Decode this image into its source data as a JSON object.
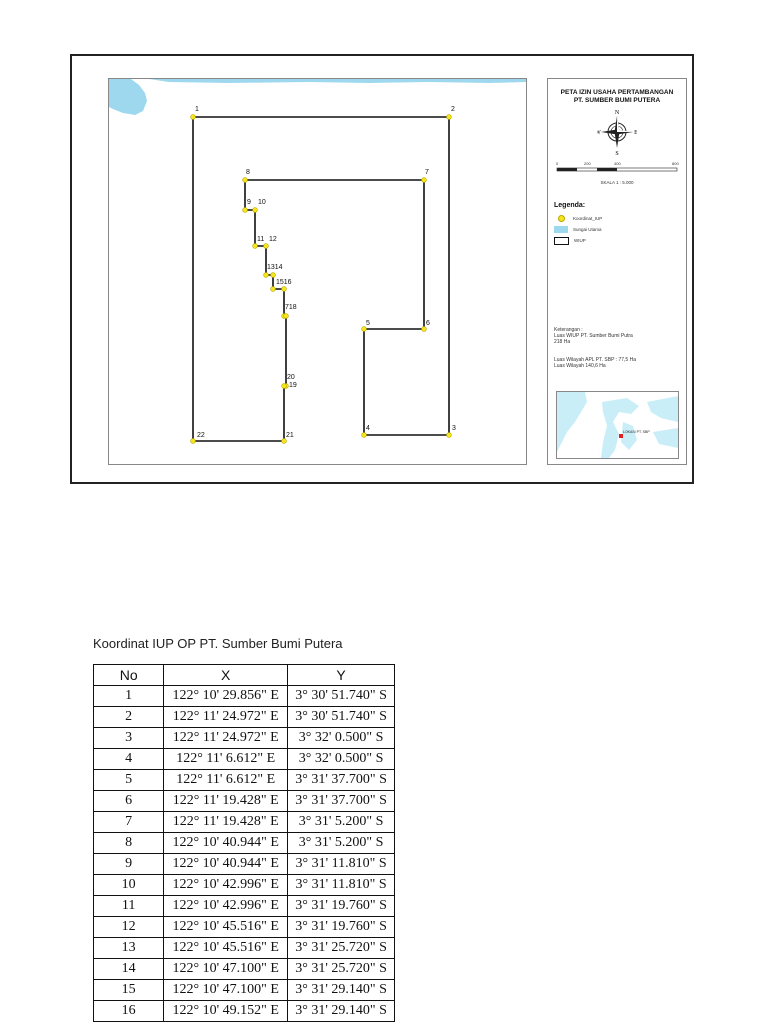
{
  "map": {
    "title_line1": "PETA IZIN USAHA PERTAMBANGAN",
    "title_line2": "PT. SUMBER BUMI PUTERA",
    "compass": {
      "n": "N",
      "s": "S",
      "e": "E",
      "w": "W"
    },
    "scale_labels": [
      "0",
      "200",
      "400",
      "800"
    ],
    "scale_text": "SKALA 1 : 5.000",
    "legend_heading": "Legenda:",
    "legend_items": [
      "Koordinat_IUP",
      "Sungai Utama",
      "WIUP"
    ],
    "notes": {
      "heading": "Keterangan :",
      "line1": "Luas WIUP PT. Sumber Bumi Putra",
      "line2": "218 Ha",
      "line3": "Luas Wilayah APL PT. SBP : 77,5 Ha",
      "line4": "Luas Wilayah 140,6 Ha"
    },
    "inset_label": "LOKASI PT. SBP",
    "vertex_labels": [
      "1",
      "2",
      "3",
      "4",
      "5",
      "6",
      "7",
      "8",
      "9",
      "10",
      "11",
      "12",
      "1314",
      "1516",
      "718",
      "20",
      "19",
      "21",
      "22"
    ]
  },
  "table": {
    "caption": "Koordinat IUP OP PT. Sumber Bumi Putera",
    "headers": [
      "No",
      "X",
      "Y"
    ],
    "rows": [
      [
        "1",
        "122° 10' 29.856\" E",
        "3° 30' 51.740\" S"
      ],
      [
        "2",
        "122° 11' 24.972\" E",
        "3° 30' 51.740\" S"
      ],
      [
        "3",
        "122° 11' 24.972\" E",
        "3° 32' 0.500\" S"
      ],
      [
        "4",
        "122° 11' 6.612\" E",
        "3° 32' 0.500\" S"
      ],
      [
        "5",
        "122° 11' 6.612\" E",
        "3° 31' 37.700\" S"
      ],
      [
        "6",
        "122° 11' 19.428\" E",
        "3° 31' 37.700\" S"
      ],
      [
        "7",
        "122° 11' 19.428\" E",
        "3° 31' 5.200\" S"
      ],
      [
        "8",
        "122° 10' 40.944\" E",
        "3° 31' 5.200\" S"
      ],
      [
        "9",
        "122° 10' 40.944\" E",
        "3° 31' 11.810\" S"
      ],
      [
        "10",
        "122° 10' 42.996\" E",
        "3° 31' 11.810\" S"
      ],
      [
        "11",
        "122° 10' 42.996\" E",
        "3° 31' 19.760\" S"
      ],
      [
        "12",
        "122° 10' 45.516\" E",
        "3° 31' 19.760\" S"
      ],
      [
        "13",
        "122° 10' 45.516\" E",
        "3° 31' 25.720\" S"
      ],
      [
        "14",
        "122° 10' 47.100\" E",
        "3° 31' 25.720\" S"
      ],
      [
        "15",
        "122° 10' 47.100\" E",
        "3° 31' 29.140\" S"
      ],
      [
        "16",
        "122° 10' 49.152\" E",
        "3° 31' 29.140\" S"
      ]
    ]
  }
}
